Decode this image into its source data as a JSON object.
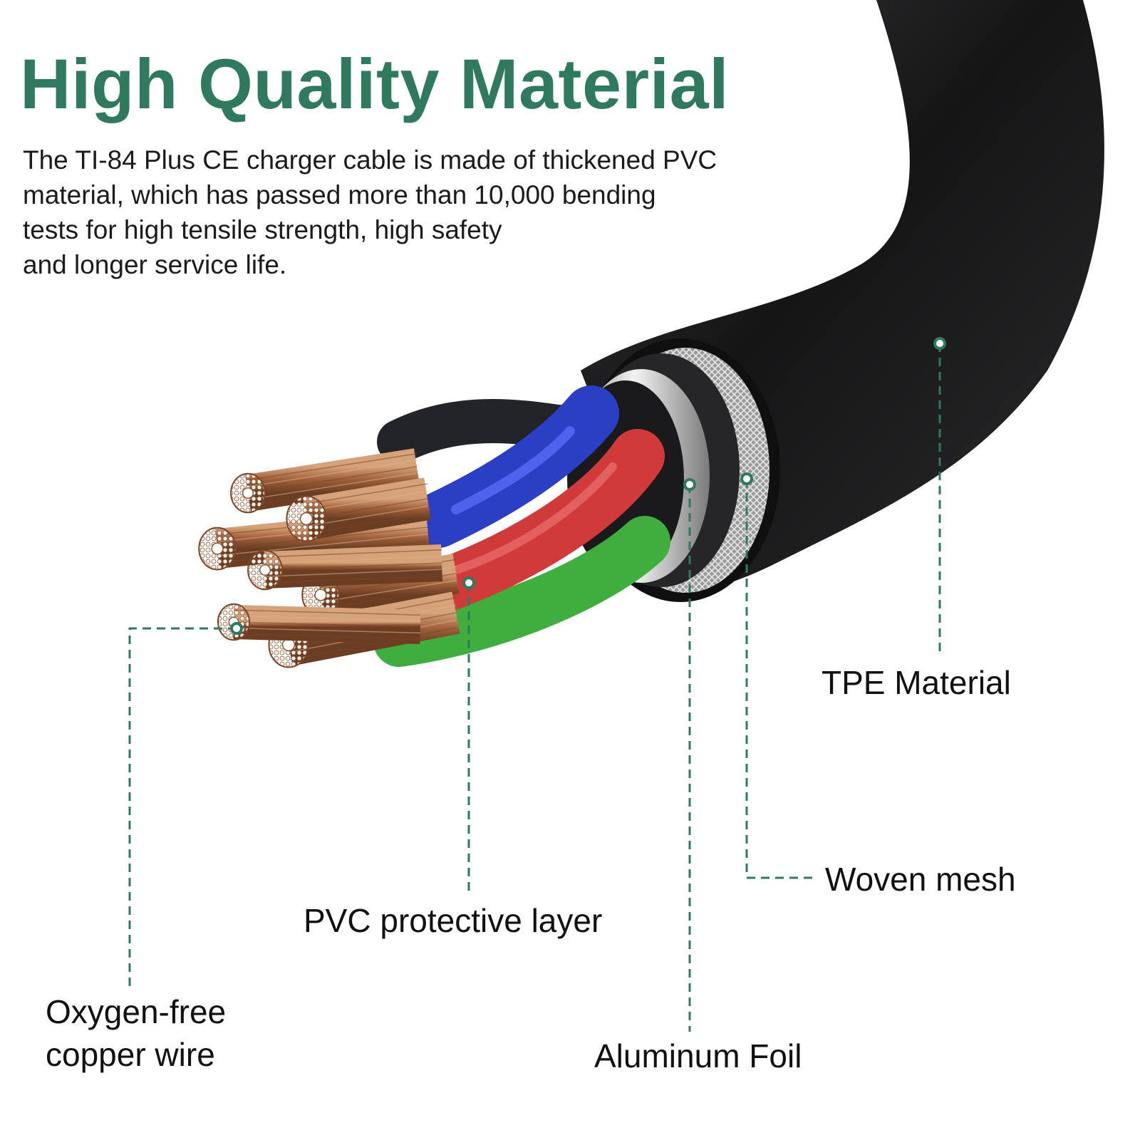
{
  "headline": {
    "text": "High Quality Material",
    "color": "#2f7a5f"
  },
  "description": {
    "lines": [
      "The TI-84 Plus CE charger cable is made of thickened PVC",
      "material, which has passed more than 10,000 bending",
      "tests for high tensile strength, high safety",
      "and longer service life."
    ]
  },
  "callouts": {
    "tpe": {
      "label": "TPE Material"
    },
    "mesh": {
      "label": "Woven mesh"
    },
    "pvc": {
      "label": "PVC protective layer"
    },
    "copper": {
      "lines": [
        "Oxygen-free",
        "copper wire"
      ]
    },
    "foil": {
      "label": "Aluminum Foil"
    }
  },
  "colors": {
    "accent": "#2f7a5f",
    "jacket": "#1c1c1e",
    "wire_blue": "#2a3fc4",
    "wire_red": "#d03a3a",
    "wire_green": "#3fae3f",
    "copper": "#b8784d",
    "foil": "#c8c8c8"
  }
}
